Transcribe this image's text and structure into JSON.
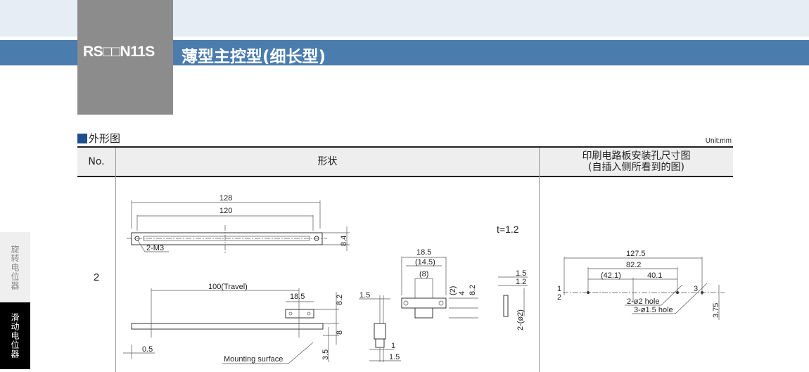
{
  "header": {
    "model": "RS□□N11S",
    "title": "薄型主控型(细长型)"
  },
  "section": {
    "title": "外形图",
    "unit": "Unit:mm"
  },
  "table": {
    "headers": {
      "no": "No.",
      "shape": "形状",
      "pcb_line1": "印刷电路板安装孔尺寸图",
      "pcb_line2": "(自插入侧所看到的图)"
    },
    "rows": [
      {
        "no": "2"
      }
    ]
  },
  "sidebar": {
    "items": [
      {
        "label": "旋转电位器",
        "active": false
      },
      {
        "label": "滑动电位器",
        "active": true
      }
    ]
  },
  "drawing": {
    "top": {
      "d128": "128",
      "d120": "120",
      "d84": "8.4",
      "m3": "2-M3",
      "t": "t=1.2"
    },
    "side": {
      "travel": "100(Travel)",
      "d185": "18.5",
      "d82": "8.2",
      "d8": "8",
      "d35": "3.5",
      "d05": "0.5",
      "mount": "Mounting surface"
    },
    "knob": {
      "d185": "18.5",
      "d145": "(14.5)",
      "d8": "(8)",
      "d2": "(2)",
      "d4": "4",
      "d82": "8.2"
    },
    "end": {
      "d15a": "1.5",
      "d1": "1",
      "d15b": "1.5"
    },
    "edge": {
      "d15": "1.5",
      "d12": "1.2",
      "o2": "2-(ø2)"
    },
    "pcb": {
      "d1275": "127.5",
      "d822": "82.2",
      "d421": "(42.1)",
      "d401": "40.1",
      "d1": "1",
      "d2": "2",
      "d3": "3",
      "hole2": "2-ø2 hole",
      "hole15": "3-ø1.5 hole",
      "d375": "3.75"
    }
  }
}
